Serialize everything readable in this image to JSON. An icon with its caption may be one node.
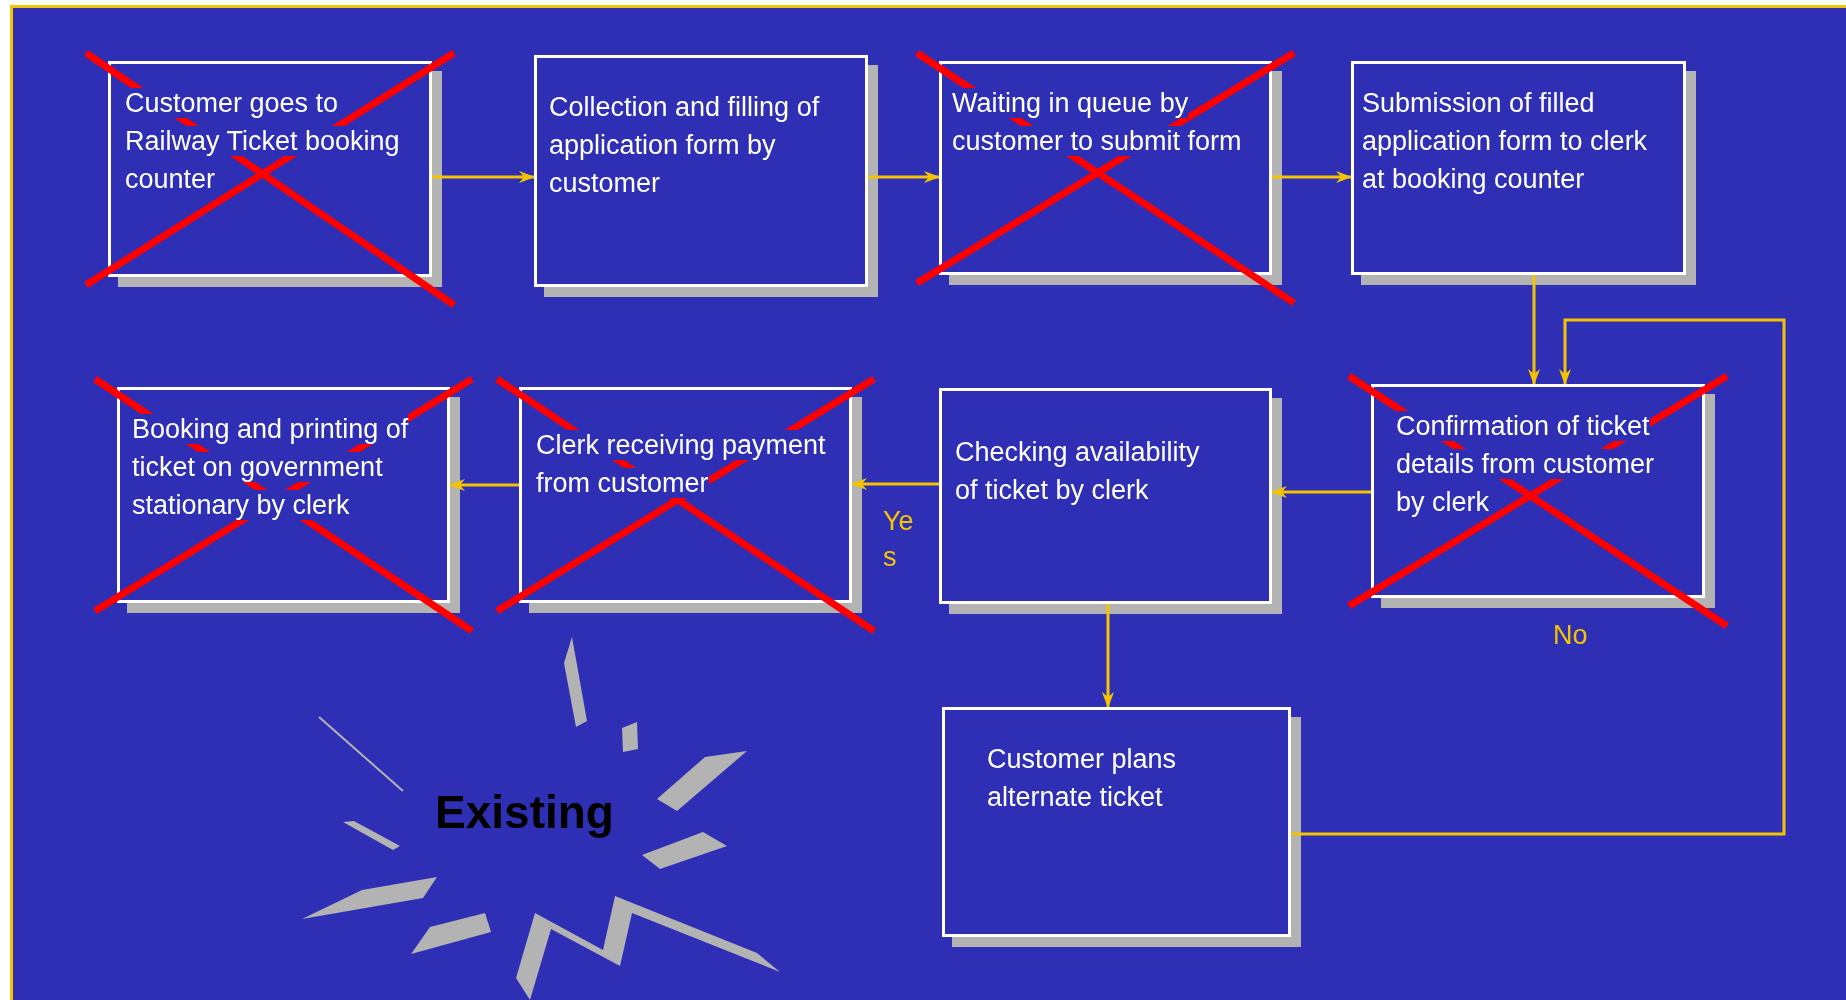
{
  "diagram": {
    "nodes": [
      {
        "text": [
          "Customer goes to Railway Ticket booking counter"
        ]
      },
      {
        "text": [
          "Collection and filling of application form by customer"
        ]
      },
      {
        "text": [
          "Waiting in queue by customer to submit form"
        ]
      },
      {
        "text": [
          "Submission of filled application form to clerk at booking counter"
        ]
      },
      {
        "text": [
          "Confirmation of ticket details from customer by clerk"
        ]
      },
      {
        "text": [
          "Checking availability of ticket by clerk"
        ]
      },
      {
        "text": [
          "Clerk receiving payment from customer"
        ]
      },
      {
        "text": [
          "Booking and printing of ticket on government stationary by clerk"
        ]
      },
      {
        "text": [
          "Customer plans alternate ticket"
        ]
      }
    ],
    "edges": [
      {
        "from": 0,
        "to": 1,
        "arrow": "to"
      },
      {
        "from": 1,
        "to": 2,
        "arrow": "to"
      },
      {
        "from": 2,
        "to": 3,
        "arrow": "to"
      },
      {
        "from": 3,
        "to": 4,
        "arrow": "to"
      },
      {
        "from": 4,
        "to": 5,
        "arrow": "to"
      },
      {
        "from": 5,
        "to": 6,
        "arrow": "to",
        "label": "Yes"
      },
      {
        "from": 6,
        "to": 7,
        "arrow": "to"
      },
      {
        "from": 5,
        "to": 8,
        "arrow": "to"
      },
      {
        "from": 8,
        "to": 4,
        "arrow": "to"
      }
    ],
    "labels": [
      "No",
      "Existing"
    ]
  }
}
